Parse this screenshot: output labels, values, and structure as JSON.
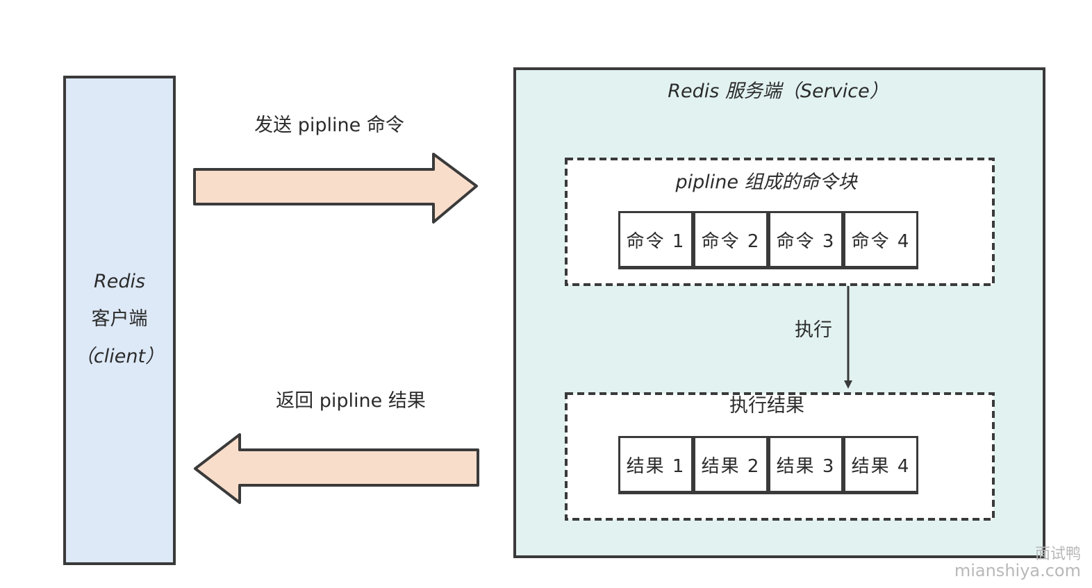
{
  "client": {
    "line1": "Redis",
    "line2": "客户端",
    "line3": "（client）"
  },
  "server": {
    "title": "Redis 服务端（Service）"
  },
  "arrows": {
    "send_label": "发送 pipline 命令",
    "return_label": "返回 pipline 结果",
    "execute_label": "执行"
  },
  "command_block": {
    "title": "pipline 组成的命令块",
    "items": [
      "命令 1",
      "命令 2",
      "命令 3",
      "命令 4"
    ]
  },
  "result_block": {
    "title": "执行结果",
    "items": [
      "结果 1",
      "结果 2",
      "结果 3",
      "结果 4"
    ]
  },
  "watermark": {
    "site_name": "面试鸭",
    "site_url": "mianshiya.com"
  },
  "colors": {
    "client_fill": "#dde9f7",
    "server_fill": "#e2f2f1",
    "arrow_fill": "#f9ddcb",
    "stroke": "#3a3a3a"
  }
}
